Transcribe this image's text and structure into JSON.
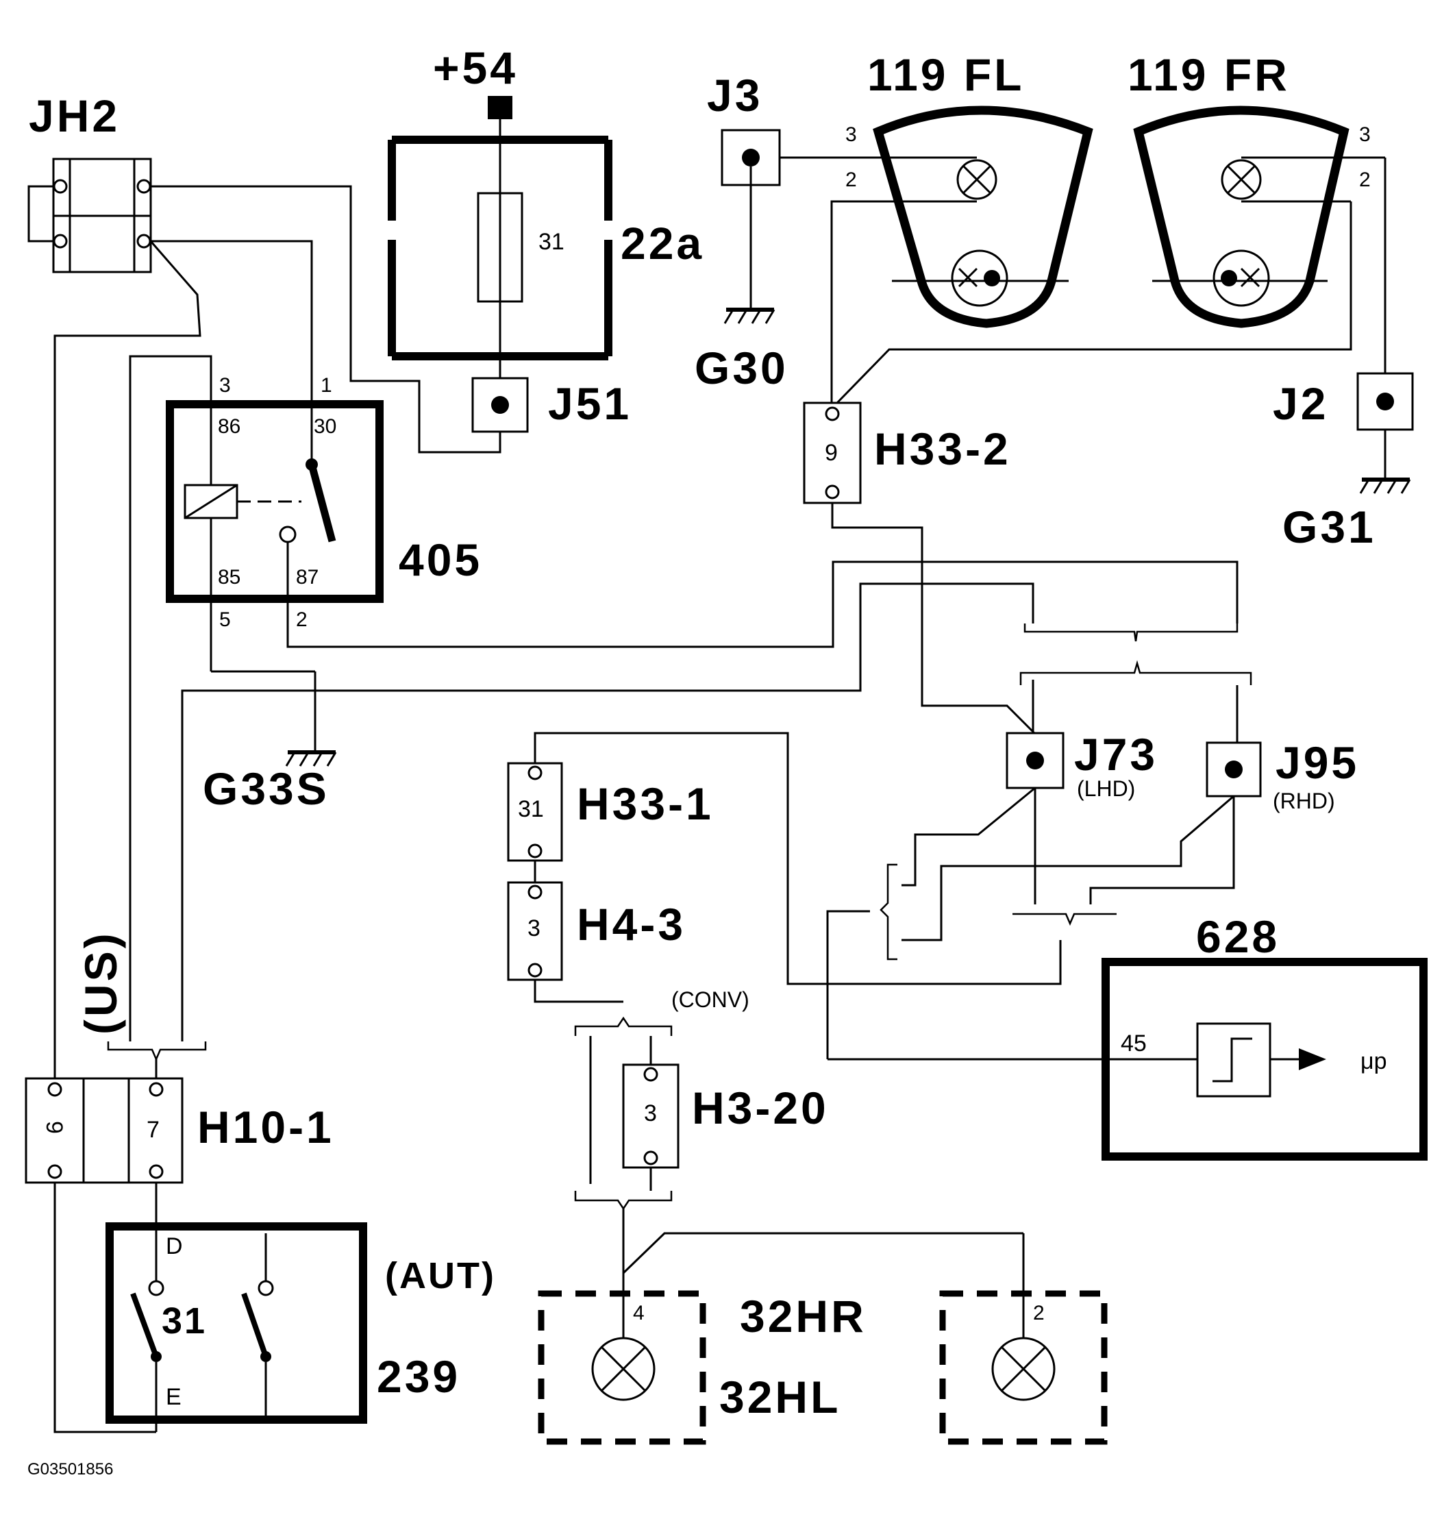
{
  "labels": {
    "jh2": "JH2",
    "p54": "+54",
    "c22a": "22a",
    "j51": "J51",
    "j3": "J3",
    "g30": "G30",
    "fl": "119  FL",
    "fr": "119  FR",
    "h33_2": "H33-2",
    "j2": "J2",
    "g31": "G31",
    "r405": "405",
    "g33s": "G33S",
    "h33_1": "H33-1",
    "h4_3": "H4-3",
    "j73": "J73",
    "lhd": "(LHD)",
    "j95": "J95",
    "rhd": "(RHD)",
    "m628": "628",
    "up": "μp",
    "conv": "(CONV)",
    "us": "(US)",
    "h10_1": "H10-1",
    "h3_20": "H3-20",
    "aut": "(AUT)",
    "hr": "32HR",
    "hl": "32HL",
    "s239": "239",
    "fig": "G03501856"
  },
  "pins": {
    "fuse": "31",
    "r3": "3",
    "r1": "1",
    "r86": "86",
    "r30": "30",
    "r85": "85",
    "r87": "87",
    "r5": "5",
    "r2": "2",
    "fl3": "3",
    "fl2": "2",
    "fr3": "3",
    "fr2": "2",
    "h33_2": "9",
    "h33_1": "31",
    "h4_3": "3",
    "h3_20": "3",
    "h10_left": "9",
    "h10_right": "7",
    "m628": "45",
    "swD": "D",
    "sw31": "31",
    "swE": "E",
    "hl4": "4",
    "hr2": "2"
  }
}
